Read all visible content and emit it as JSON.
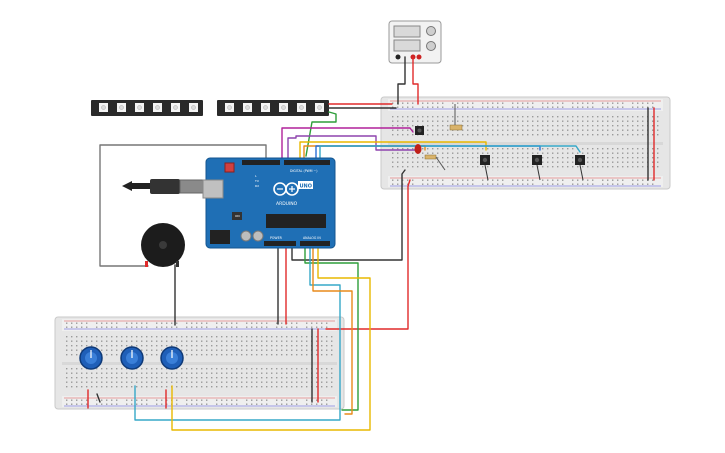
{
  "arduino": {
    "brand_label": "ARDUINO",
    "model_label": "UNO",
    "digital_header_label": "DIGITAL (PWM ~)",
    "power_header_label": "POWER",
    "analog_header_label": "ANALOG IN",
    "tx_label": "TX",
    "rx_label": "RX",
    "l_label": "L",
    "on_label": "ON"
  },
  "components": {
    "led_strip_count": 2,
    "pushbuttons": 4,
    "potentiometers": 3,
    "breadboards": 2
  },
  "colors": {
    "wire_red": "#e02a2a",
    "wire_black": "#333333",
    "wire_magenta": "#b0219a",
    "wire_purple": "#8e44ad",
    "wire_green": "#2e9e3a",
    "wire_yellow": "#e8b800",
    "wire_cyan": "#36a8c8",
    "wire_blue": "#2b6fd6",
    "wire_orange": "#e88a1a",
    "wire_gray": "#777777",
    "arduino_blue": "#1f6fb5",
    "breadboard": "#e6e6e6",
    "knob_blue": "#1f5fb8"
  }
}
